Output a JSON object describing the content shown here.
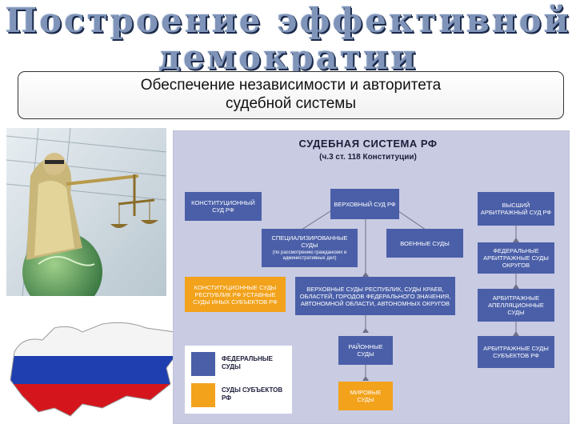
{
  "header": {
    "title_line1": "Построение эффективной",
    "title_line2": "демократии"
  },
  "subtitle": {
    "line1": "Обеспечение независимости и авторитета",
    "line2": "судебной системы"
  },
  "diagram": {
    "title": "СУДЕБНАЯ СИСТЕМА РФ",
    "subtitle": "(ч.3 ст. 118 Конституции)",
    "nodes": {
      "constitutional": "КОНСТИТУЦИОННЫЙ СУД РФ",
      "supreme": "ВЕРХОВНЫЙ СУД РФ",
      "higher_arbitration": "ВЫСШИЙ АРБИТРАЖНЫЙ СУД РФ",
      "specialized": "СПЕЦИАЛИЗИРОВАННЫЕ СУДЫ",
      "specialized_note": "(по рассмотрению гражданских и административных дел)",
      "military": "ВОЕННЫЕ СУДЫ",
      "federal_arbitration_district": "ФЕДЕРАЛЬНЫЕ АРБИТРАЖНЫЕ СУДЫ ОКРУГОВ",
      "constitutional_subjects": "КОНСТИТУЦИОННЫЕ СУДЫ РЕСПУБЛИК РФ УСТАВНЫЕ СУДЫ ИНЫХ СУБЪЕКТОВ РФ",
      "regional_supreme": "ВЕРХОВНЫЕ СУДЫ РЕСПУБЛИК, СУДЫ КРАЕВ, ОБЛАСТЕЙ, ГОРОДОВ ФЕДЕРАЛЬНОГО ЗНАЧЕНИЯ, АВТОНОМНОЙ ОБЛАСТИ, АВТОНОМНЫХ ОКРУГОВ",
      "arbitration_appeal": "АРБИТРАЖНЫЕ АПЕЛЛЯЦИОННЫЕ СУДЫ",
      "district": "РАЙОННЫЕ СУДЫ",
      "arbitration_subjects": "АРБИТРАЖНЫЕ СУДЫ СУБЪЕКТОВ РФ",
      "magistrate": "МИРОВЫЕ СУДЫ"
    },
    "legend": {
      "federal": "ФЕДЕРАЛЬНЫЕ СУДЫ",
      "subjects": "СУДЫ СУБЪЕКТОВ РФ"
    },
    "colors": {
      "federal": "#4a5fa8",
      "subjects": "#f2a21b",
      "background": "#c9cbe2"
    }
  },
  "images": {
    "left_top": "themis-statue-with-scales-and-globe",
    "left_bottom": "russian-flag-map"
  }
}
